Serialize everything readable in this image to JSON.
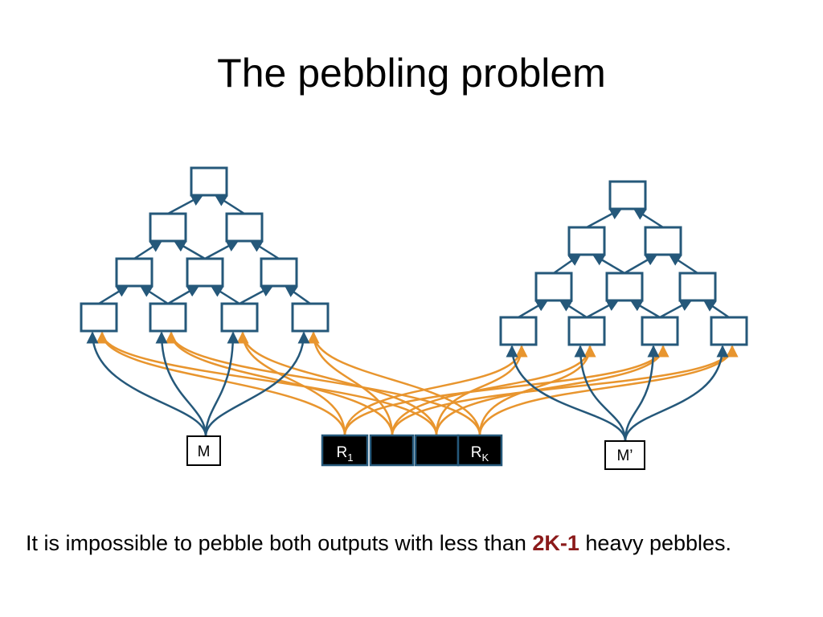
{
  "title": "The pebbling problem",
  "diagram": {
    "left_memory_label": "M",
    "right_memory_label": "M’",
    "register_first": {
      "base": "R",
      "sub": "1"
    },
    "register_last": {
      "base": "R",
      "sub": "K"
    },
    "register_count": 4
  },
  "caption": {
    "before": "It is impossible to pebble both outputs with less than ",
    "highlight": "2K-1",
    "after": " heavy pebbles."
  },
  "colors": {
    "node_stroke": "#25587a",
    "orange_edge": "#e8952e",
    "highlight": "#8b1a1a"
  }
}
